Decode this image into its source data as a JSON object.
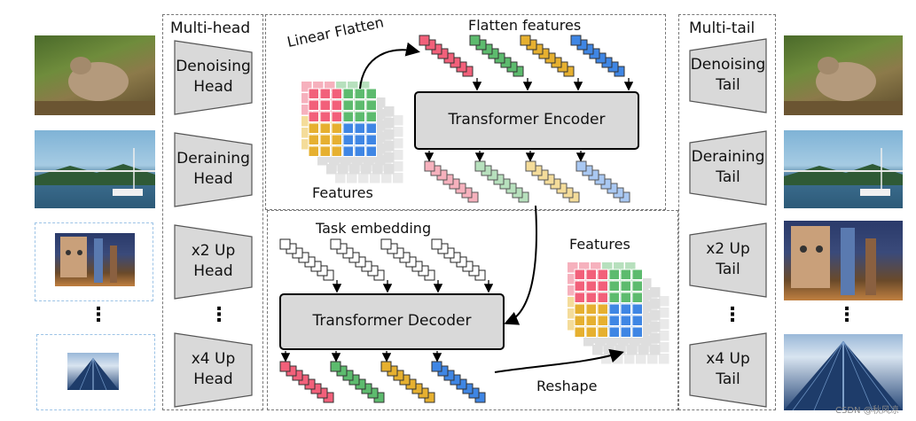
{
  "multi_head": {
    "title": "Multi-head",
    "items": [
      {
        "line1": "Denoising",
        "line2": "Head"
      },
      {
        "line1": "Deraining",
        "line2": "Head"
      },
      {
        "line1": "x2 Up",
        "line2": "Head"
      },
      {
        "line1": "x4 Up",
        "line2": "Head"
      }
    ]
  },
  "multi_tail": {
    "title": "Multi-tail",
    "items": [
      {
        "line1": "Denoising",
        "line2": "Tail"
      },
      {
        "line1": "Deraining",
        "line2": "Tail"
      },
      {
        "line1": "x2 Up",
        "line2": "Tail"
      },
      {
        "line1": "x4 Up",
        "line2": "Tail"
      }
    ]
  },
  "encoder": {
    "linear_flatten_label": "Linear Flatten",
    "flatten_features_label": "Flatten features",
    "features_label": "Features",
    "box_label": "Transformer Encoder"
  },
  "decoder": {
    "task_embedding_label": "Task embedding",
    "box_label": "Transformer Decoder",
    "features_label": "Features",
    "reshape_label": "Reshape"
  },
  "ellipsis": "⋮",
  "watermark": "CSDN @秋风凉",
  "colors": {
    "pink": "#f2607a",
    "green": "#5dbb6e",
    "yellow": "#e6b030",
    "blue": "#3f86e4",
    "box_fill": "#d9d9d9"
  }
}
